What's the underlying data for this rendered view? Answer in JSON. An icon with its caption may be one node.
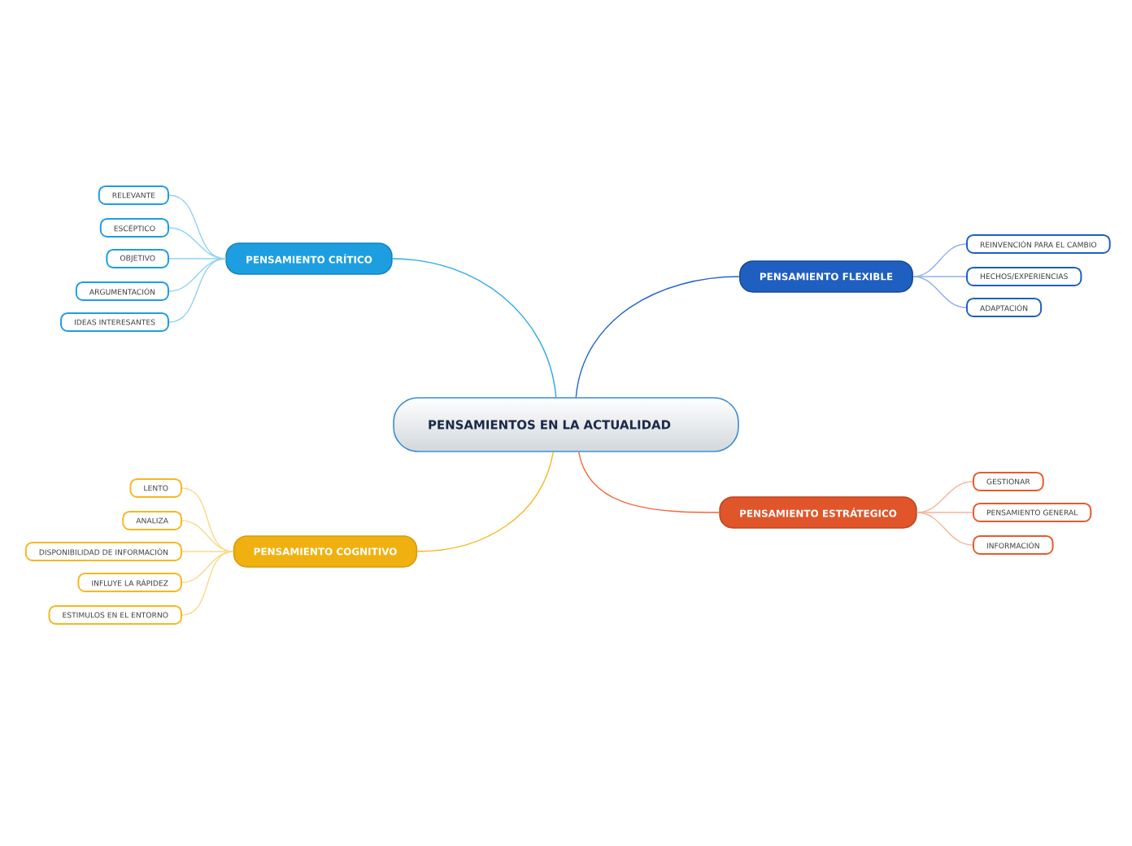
{
  "diagram": {
    "nodes": [
      {
        "text": [
          "PENSAMIENTOS EN LA ACTUALIDAD"
        ]
      },
      {
        "text": [
          "PENSAMIENTO CRÍTICO"
        ]
      },
      {
        "text": [
          "RELEVANTE"
        ]
      },
      {
        "text": [
          "ESCÉPTICO"
        ]
      },
      {
        "text": [
          "OBJETIVO"
        ]
      },
      {
        "text": [
          "ARGUMENTACIÓN"
        ]
      },
      {
        "text": [
          "IDEAS INTERESANTES"
        ]
      },
      {
        "text": [
          "PENSAMIENTO FLEXIBLE"
        ]
      },
      {
        "text": [
          "REINVENCIÓN PARA EL CAMBIO"
        ]
      },
      {
        "text": [
          "HECHOS/EXPERIENCIAS"
        ]
      },
      {
        "text": [
          "ADAPTACIÓN"
        ]
      },
      {
        "text": [
          "PENSAMIENTO ESTRÁTEGICO"
        ]
      },
      {
        "text": [
          "GESTIONAR"
        ]
      },
      {
        "text": [
          "PENSAMIENTO GENERAL"
        ]
      },
      {
        "text": [
          "INFORMACIÓN"
        ]
      },
      {
        "text": [
          "PENSAMIENTO COGNITIVO"
        ]
      },
      {
        "text": [
          "LENTO"
        ]
      },
      {
        "text": [
          "ANALIZA"
        ]
      },
      {
        "text": [
          "DISPONIBILIDAD DE INFORMACIÓN"
        ]
      },
      {
        "text": [
          "INFLUYE LA RÁPIDEZ"
        ]
      },
      {
        "text": [
          "ESTIMULOS EN EL ENTORNO"
        ]
      }
    ],
    "edges": [
      {
        "from": 0,
        "to": 1,
        "arrow": "none",
        "color": "#29aae6"
      },
      {
        "from": 1,
        "to": 2,
        "arrow": "none",
        "color": "#8fd3f2"
      },
      {
        "from": 1,
        "to": 3,
        "arrow": "none",
        "color": "#8fd3f2"
      },
      {
        "from": 1,
        "to": 4,
        "arrow": "none",
        "color": "#8fd3f2"
      },
      {
        "from": 1,
        "to": 5,
        "arrow": "none",
        "color": "#8fd3f2"
      },
      {
        "from": 1,
        "to": 6,
        "arrow": "none",
        "color": "#8fd3f2"
      },
      {
        "from": 0,
        "to": 7,
        "arrow": "none",
        "color": "#2266cc"
      },
      {
        "from": 7,
        "to": 8,
        "arrow": "none",
        "color": "#8fb0e6"
      },
      {
        "from": 7,
        "to": 9,
        "arrow": "none",
        "color": "#8fb0e6"
      },
      {
        "from": 7,
        "to": 10,
        "arrow": "none",
        "color": "#8fb0e6"
      },
      {
        "from": 0,
        "to": 11,
        "arrow": "none",
        "color": "#f06a3c"
      },
      {
        "from": 11,
        "to": 12,
        "arrow": "none",
        "color": "#f7b49c"
      },
      {
        "from": 11,
        "to": 13,
        "arrow": "none",
        "color": "#f7b49c"
      },
      {
        "from": 11,
        "to": 14,
        "arrow": "none",
        "color": "#f7b49c"
      },
      {
        "from": 0,
        "to": 15,
        "arrow": "none",
        "color": "#f5b820"
      },
      {
        "from": 15,
        "to": 16,
        "arrow": "none",
        "color": "#fad98a"
      },
      {
        "from": 15,
        "to": 17,
        "arrow": "none",
        "color": "#fad98a"
      },
      {
        "from": 15,
        "to": 18,
        "arrow": "none",
        "color": "#fad98a"
      },
      {
        "from": 15,
        "to": 19,
        "arrow": "none",
        "color": "#fad98a"
      },
      {
        "from": 15,
        "to": 20,
        "arrow": "none",
        "color": "#fad98a"
      }
    ]
  }
}
